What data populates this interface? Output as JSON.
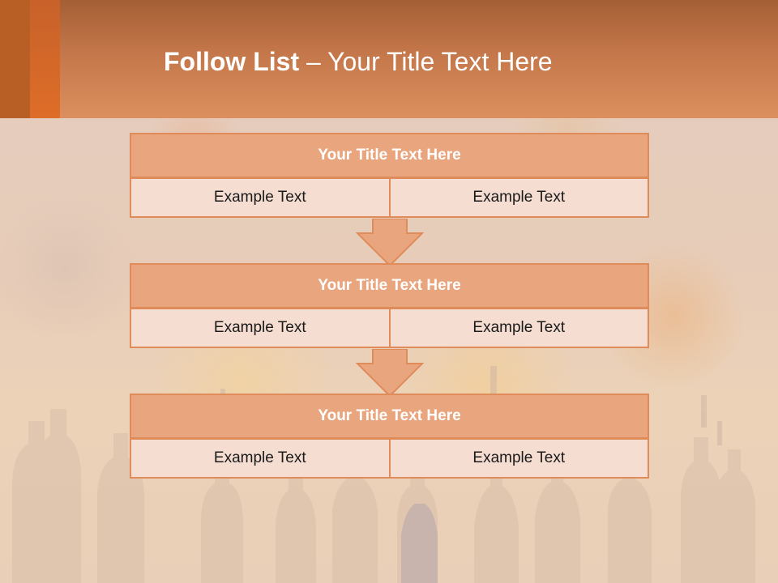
{
  "header": {
    "title_strong": "Follow List",
    "title_rest": " – Your Title Text Here"
  },
  "colors": {
    "header_accent": "#de6d28",
    "box_border": "#df8b5a",
    "box_head_fill": "#e9a57e",
    "box_cell_fill": "#f5ddd2"
  },
  "steps": [
    {
      "title": "Your Title Text Here",
      "items": [
        "Example Text",
        "Example Text"
      ]
    },
    {
      "title": "Your Title Text Here",
      "items": [
        "Example Text",
        "Example Text"
      ]
    },
    {
      "title": "Your Title Text Here",
      "items": [
        "Example Text",
        "Example Text"
      ]
    }
  ]
}
